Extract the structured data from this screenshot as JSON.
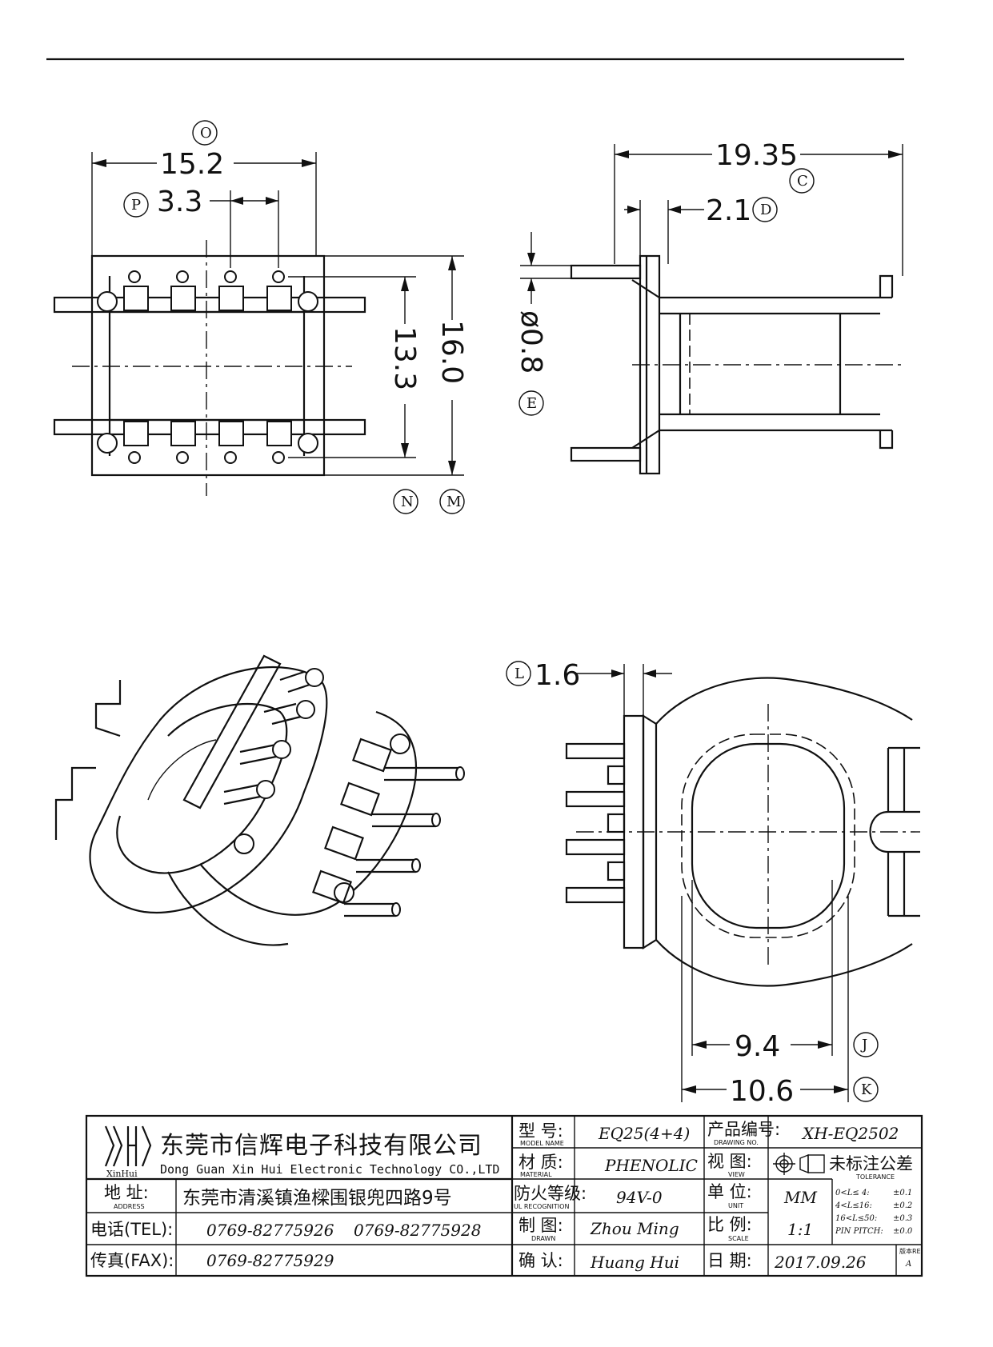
{
  "dimensions": {
    "d_15_2": "15.2",
    "d_3_3": "3.3",
    "d_16_0": "16.0",
    "d_13_3": "13.3",
    "d_19_35": "19.35",
    "d_2_1": "2.1",
    "d_0_8": "ø0.8",
    "d_1_6": "1.6",
    "d_9_4": "9.4",
    "d_10_6": "10.6"
  },
  "tags": {
    "O": "O",
    "P": "P",
    "M": "M",
    "N": "N",
    "C": "C",
    "D": "D",
    "E": "E",
    "L": "L",
    "J": "J",
    "K": "K"
  },
  "title_block": {
    "logo_text": "XinHui",
    "company_cn": "东莞市信辉电子科技有限公司",
    "company_en": "Dong Guan Xin Hui Electronic Technology CO.,LTD",
    "address_label": "地  址:",
    "address_label_en": "ADDRESS",
    "address": "东莞市清溪镇渔樑围银兜四路9号",
    "tel_label": "电话(TEL):",
    "tel_1": "0769-82775926",
    "tel_2": "0769-82775928",
    "fax_label": "传真(FAX):",
    "fax": "0769-82775929",
    "model_label": "型  号:",
    "model_label_en": "MODEL NAME",
    "model": "EQ25(4+4)",
    "material_label": "材  质:",
    "material_label_en": "MATERIAL",
    "material": "PHENOLIC",
    "fire_label": "防火等级:",
    "fire_label_en": "UL RECOGNITION",
    "fire": "94V-0",
    "drawn_label": "制  图:",
    "drawn_label_en": "DRAWN",
    "drawn": "Zhou Ming",
    "confirm_label": "确  认:",
    "confirm": "Huang Hui",
    "part_no_label": "产品编号:",
    "part_no_label_en": "DRAWING NO.",
    "part_no": "XH-EQ2502",
    "view_label": "视  图:",
    "view_label_en": "VIEW",
    "unit_label": "单  位:",
    "unit_label_en": "UNIT",
    "unit": "MM",
    "scale_label": "比  例:",
    "scale_label_en": "SCALE",
    "scale": "1:1",
    "date_label": "日  期:",
    "date": "2017.09.26",
    "tolerance_label": "未标注公差",
    "tolerance_label_en": "TOLERANCE",
    "tol_1_range": "0<L≤ 4:",
    "tol_1_val": "±0.1",
    "tol_2_range": "4<L≤16:",
    "tol_2_val": "±0.2",
    "tol_3_range": "16<L≤50:",
    "tol_3_val": "±0.3",
    "tol_4_range": "PIN PITCH:",
    "tol_4_val": "±0.0",
    "rev_label": "版本RE",
    "rev": "A"
  }
}
